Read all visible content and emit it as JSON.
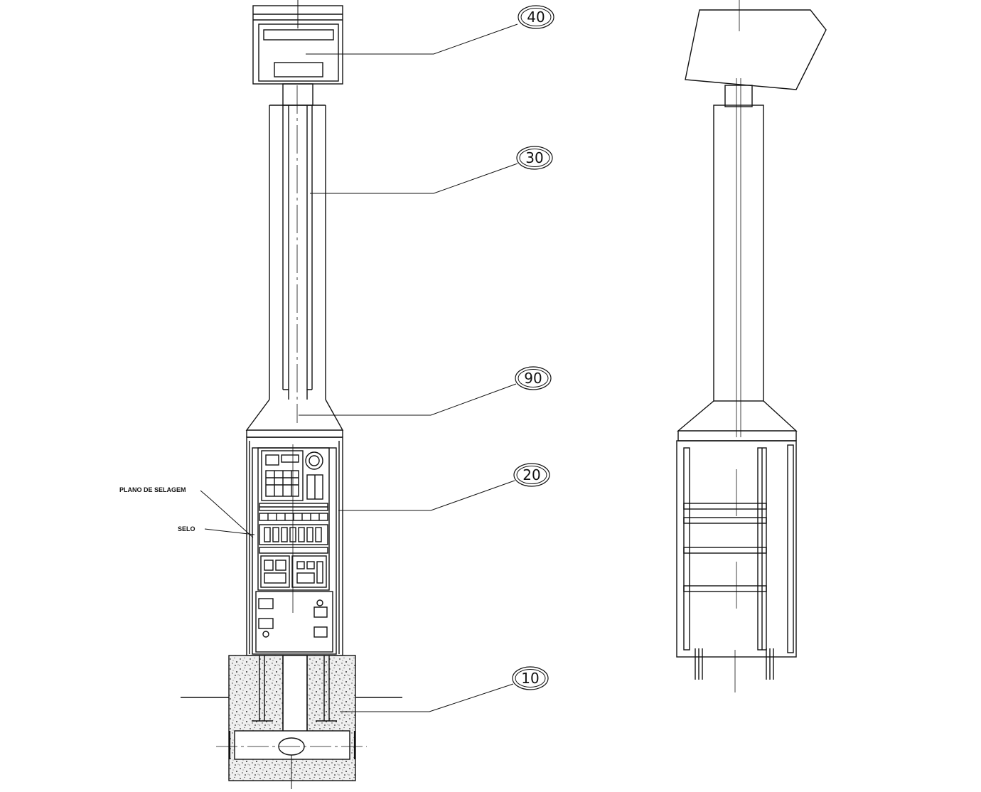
{
  "callouts": {
    "c40": "40",
    "c30": "30",
    "c90": "90",
    "c20": "20",
    "c10": "10"
  },
  "notes": {
    "plano": "PLANO DE SELAGEM",
    "selo": "SELO"
  },
  "colors": {
    "line": "#111111",
    "concrete": "#e9e9e9"
  }
}
